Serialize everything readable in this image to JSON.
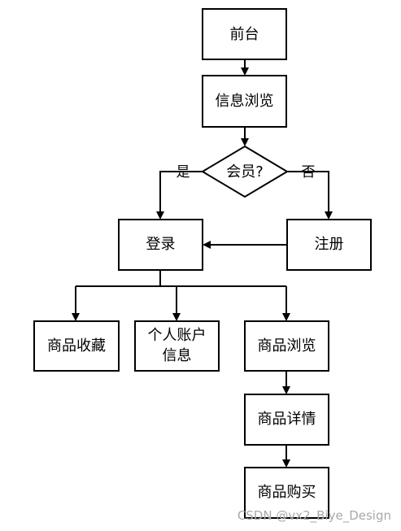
{
  "nodes": {
    "frontend": "前台",
    "browse_info": "信息浏览",
    "member_check": "会员?",
    "login": "登录",
    "register": "注册",
    "favorites": "商品收藏",
    "account_line1": "个人账户",
    "account_line2": "信息",
    "product_browse": "商品浏览",
    "product_detail": "商品详情",
    "product_purchase": "商品购买"
  },
  "edge_labels": {
    "yes": "是",
    "no": "否"
  },
  "watermark": "CSDN @vx2_Biye_Design"
}
